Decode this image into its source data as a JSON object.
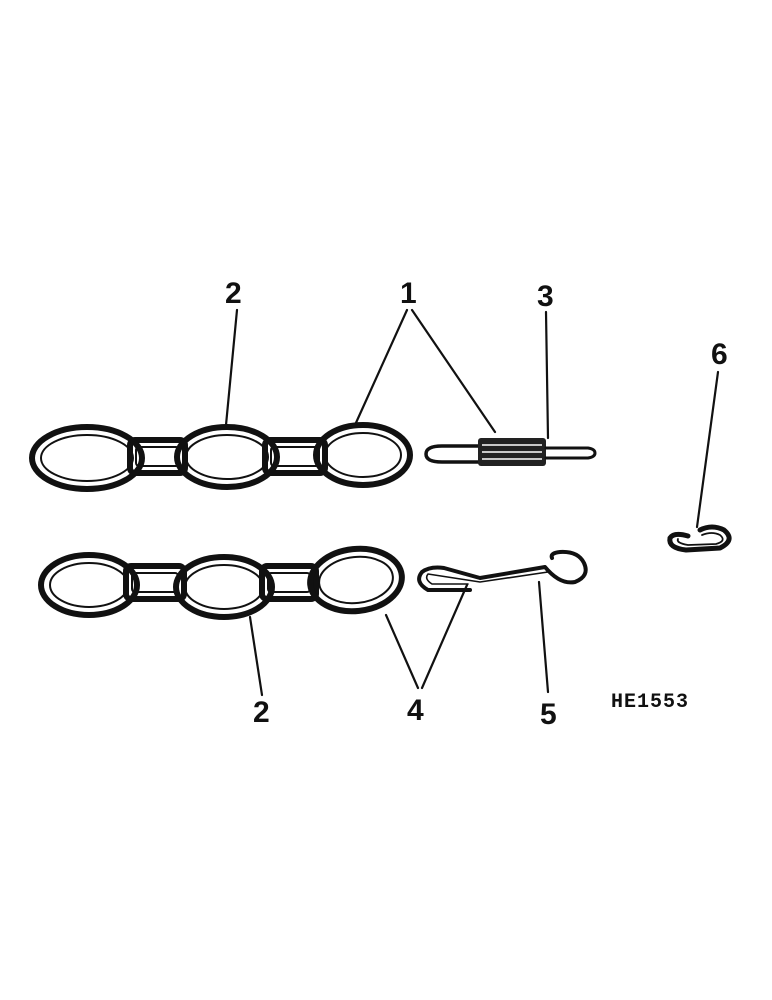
{
  "diagram": {
    "figure_code": "HE1553",
    "callouts": {
      "upper_chain": "2",
      "lower_chain": "2",
      "link_parts": "1",
      "pin": "3",
      "s_hook": "6",
      "hook_parts": "4",
      "hook": "5"
    }
  }
}
